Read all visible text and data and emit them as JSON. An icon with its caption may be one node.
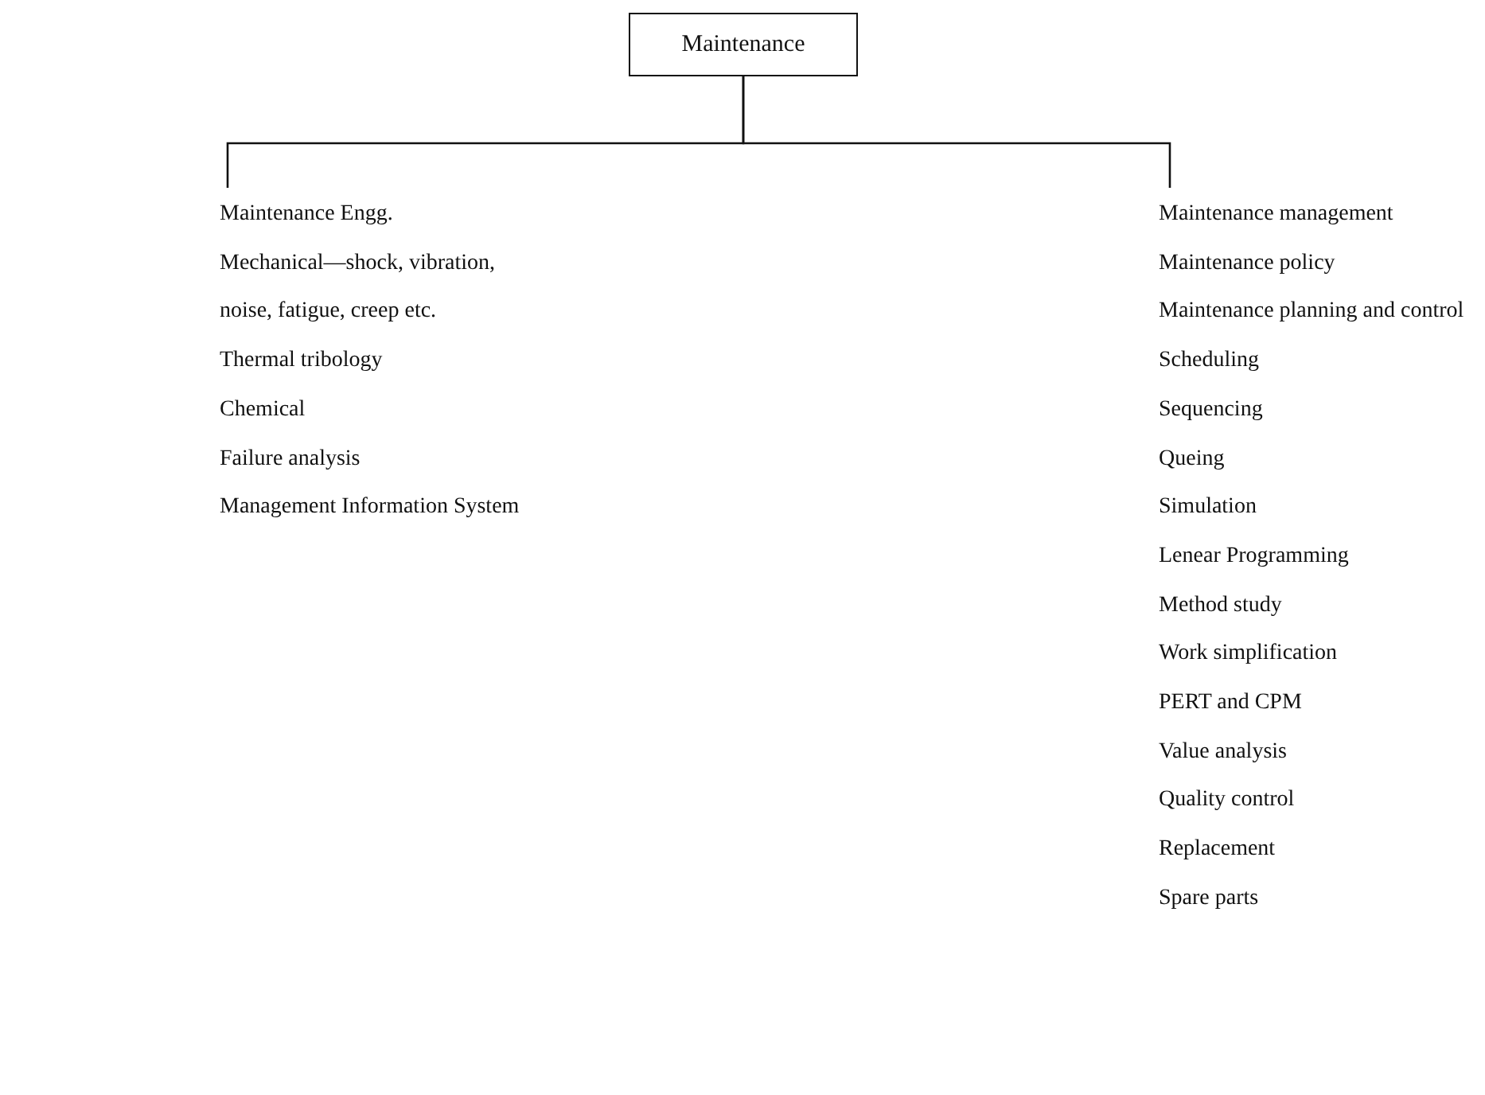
{
  "diagram": {
    "nodes": [
      {
        "text": [
          "Maintenance"
        ]
      },
      {
        "text": [
          "Maintenance Engg.",
          "Mechanical—shock, vibration, noise, fatigue, creep etc.",
          "Thermal tribology",
          "Chemical",
          "Failure analysis",
          "Management Information System"
        ]
      },
      {
        "text": [
          "Maintenance management",
          "Maintenance policy",
          "Maintenance planning and control",
          "Scheduling",
          "Sequencing",
          "Queing",
          "Simulation",
          "Lenear Programming",
          "Method study",
          "Work simplification",
          "PERT and CPM",
          "Value analysis",
          "Quality control",
          "Replacement",
          "Spare parts"
        ]
      }
    ],
    "edges": [
      {
        "from": 0,
        "to": 1,
        "arrow": "none"
      },
      {
        "from": 0,
        "to": 2,
        "arrow": "none"
      }
    ]
  }
}
